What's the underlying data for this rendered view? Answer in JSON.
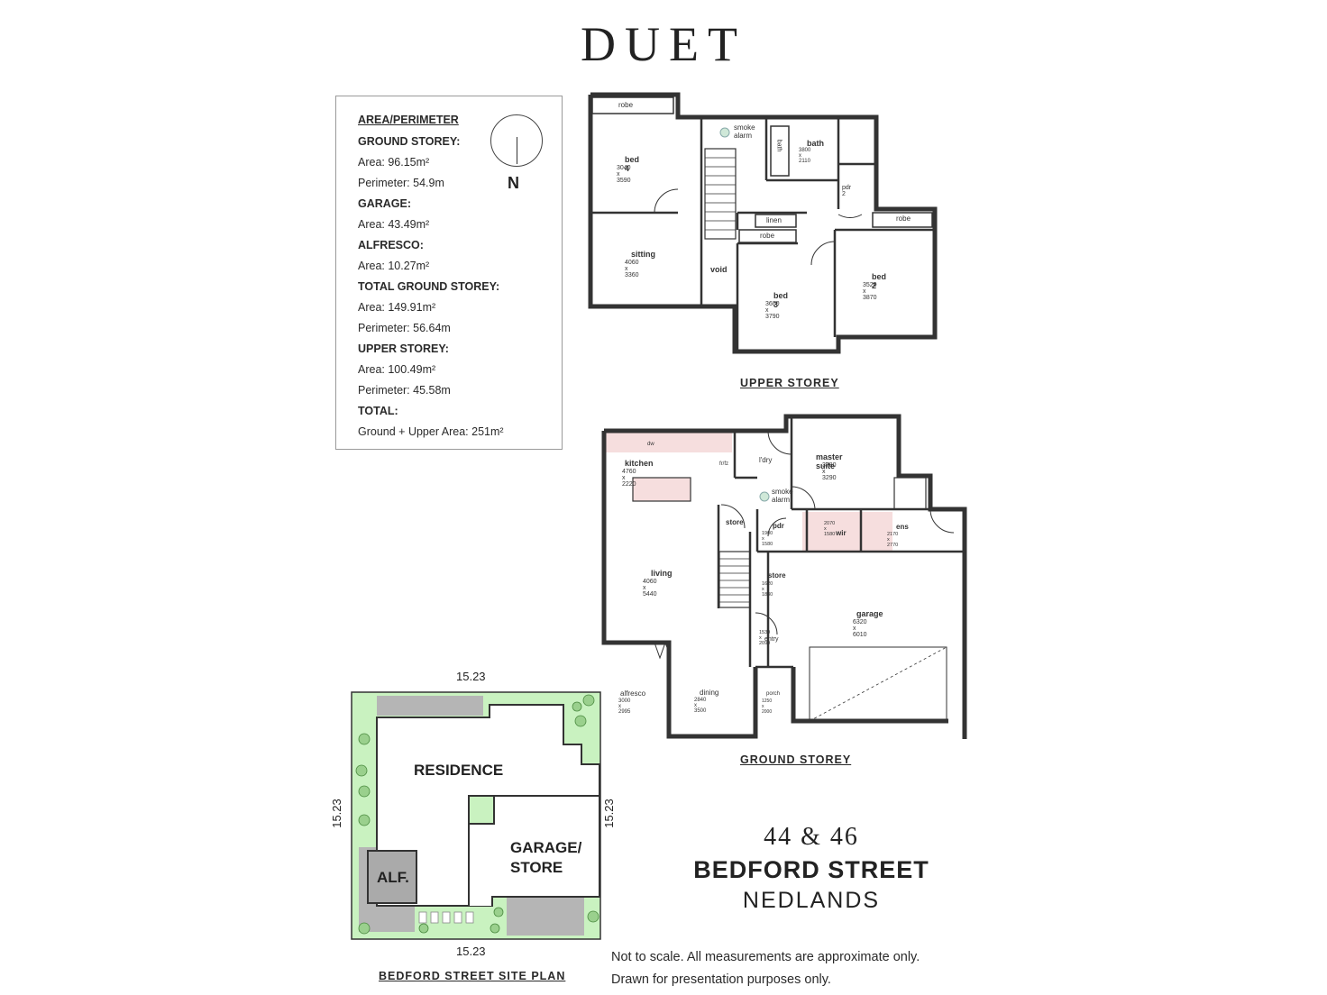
{
  "brand": "DUET",
  "area_box": {
    "title": "AREA/PERIMETER",
    "ground_head": "GROUND STOREY:",
    "ground_area": "Area: 96.15m²",
    "ground_perim": "Perimeter: 54.9m",
    "garage_head": "GARAGE:",
    "garage_area": "Area: 43.49m²",
    "alfresco_head": "ALFRESCO:",
    "alfresco_area": "Area: 10.27m²",
    "total_ground_head": "TOTAL GROUND STOREY:",
    "total_ground_area": "Area: 149.91m²",
    "total_ground_perim": "Perimeter: 56.64m",
    "upper_head": "UPPER STOREY:",
    "upper_area": "Area: 100.49m²",
    "upper_perim": "Perimeter: 45.58m",
    "total_head": "TOTAL:",
    "total_area": "Ground + Upper Area: 251m²",
    "north": "N"
  },
  "upper": {
    "caption": "UPPER STOREY",
    "robe_a": "robe",
    "bed4": "bed 4",
    "bed4_dim": "3040 x 3590",
    "sitting": "sitting",
    "sitting_dim": "4060 x 3360",
    "smoke": "smoke",
    "alarm": "alarm",
    "bath": "bath",
    "bath_dim": "3800 x 2110",
    "bath_tub": "bath",
    "pdr2": "pdr 2",
    "linen": "linen",
    "robe_b": "robe",
    "robe_c": "robe",
    "void": "void",
    "bed3": "bed 3",
    "bed3_dim": "3600 x 3790",
    "bed2": "bed 2",
    "bed2_dim": "3520 x 3870"
  },
  "ground": {
    "caption": "GROUND STOREY",
    "kitchen": "kitchen",
    "kitchen_dim": "4760 x 2220",
    "dw": "dw",
    "frfz": "fr/fz",
    "ldry": "l'dry",
    "master": "master suite",
    "master_dim": "3780 x 3290",
    "smoke": "smoke",
    "alarm": "alarm",
    "store": "store",
    "pdr": "pdr",
    "pdr_dim": "1900 x 1580",
    "wir": "wir",
    "wir_dim": "2070 x 1580",
    "ens": "ens",
    "ens_dim": "2170 x 2770",
    "living": "living",
    "living_dim": "4060 x 5440",
    "store2": "store",
    "store2_dim": "1620 x 1830",
    "garage": "garage",
    "garage_dim": "6320 x 6010",
    "entry_dim": "1530 x 2090",
    "entry": "entry",
    "alfresco": "alfresco",
    "alfresco_dim": "3000 x 2995",
    "dining": "dining",
    "dining_dim": "2840 x 3500",
    "porch": "porch",
    "porch_dim": "1250 x 2000"
  },
  "site": {
    "caption": "BEDFORD STREET SITE PLAN",
    "dim_top": "15.23",
    "dim_bottom": "15.23",
    "dim_left": "15.23",
    "dim_right": "15.23",
    "residence": "RESIDENCE",
    "garage_line1": "GARAGE/",
    "garage_line2": "STORE",
    "alf": "ALF."
  },
  "address": {
    "numbers": "44 & 46",
    "street": "BEDFORD STREET",
    "suburb": "NEDLANDS"
  },
  "notes": {
    "line1": "Not to scale. All measurements are approximate only.",
    "line2": "Drawn for presentation purposes only."
  },
  "colors": {
    "wall": "#333333",
    "lawn": "#c9f2c0",
    "paving": "#b5b5b5",
    "wet_area": "#f6dede",
    "ink": "#222222"
  }
}
